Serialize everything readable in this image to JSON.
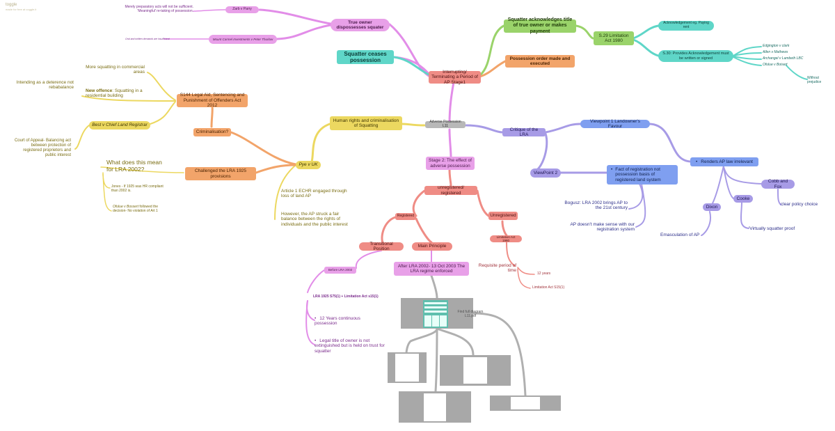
{
  "header": {
    "toggle": "toggle",
    "toggle_sub": "made for free at coggle.it"
  },
  "nodes": {
    "true_owner": "True owner dispossesses squater",
    "zarb": "Zarb v Parry",
    "merely": "Merely preparatory acts will not be sufficient. 'Meaningful' re-taking of possession.",
    "mount_carmel": "Mount Carmel Investments v Peter Thurlow",
    "oral_written": "Oral and written demands are insufficient",
    "squatter_ceases": "Squatter ceases possession",
    "interrupting": "Interrupting/ Terminating a Period of AP Stage1",
    "squatter_ack": "Squatter acknowledges title of true owner or makes payment",
    "possession_order": "Possession order made and executed",
    "s29": "S.29 Limitation Act 1980",
    "ack_eg": "Acknowledgement eg. Paying rent",
    "s30": "S.30: Provides Acknowledgement must be written or signed",
    "edgington": "Edgington v clark",
    "allen": "Allen v Mathews",
    "archangel": "Archangel v Lambeth LBC",
    "ofulue_top": "Ofulue v Boisert",
    "without_prejudice": "Without prejudice",
    "more_squatting": "More squatting in commercial areas",
    "intending": "Intending as a deterence not rebabalance",
    "new_offence_label": "New offence",
    "new_offence_text": ": Squatting in a residential building",
    "s144": "S144 Legal Aid, Sentencing and Punishment of Offenders Act 2012",
    "criminalisation": "Criminalisation?",
    "best": "Best v Chief Land Registrar",
    "court_appeal": "Court of Appeal- Balancing act between protection of registered proprietors and public interest",
    "human_rights": "Human rights and criminalisation of Squatting",
    "adverse_possession": "Adverse Possession L11",
    "critique": "Critique of the LRA",
    "viewpoint1": "Viewpoint 1 Landowner's Favour",
    "renders": "Renders AP law irrelevant",
    "what_does": "What does this mean for LRA 2002?",
    "challenged": "Challenged the LRA 1925 provisions",
    "pye": "Pye v UK",
    "jones": "Jones - If 1925 was HR compliant than 2002 is.",
    "ofulue_mid": "Ofulue v Bossert",
    "ofulue_mid_rest": " followed the decision- No violation of Art 1",
    "article1": "Article 1 ECHR engaged through loss of land AP",
    "however": "However, the AP struck a fair balance between the rights of individuals and the public interest",
    "stage2": "Stage 2: The effect of adverse possession",
    "viewpoint2": "ViewPoint 2",
    "fact_reg": "Fact of registration not possession basis of registered land system",
    "cobb": "Cobb and Fox",
    "clear_policy": "clear policy choice",
    "cooke": "Cooke",
    "virtually": "'Virtually squatter proof",
    "dixon": "Dixon",
    "emasculation": "Emasculation of AP",
    "bogusz": "Bogusz: LRA 2002 brings AP to the 21st century",
    "ap_doesnt": "AP doesn't make sense with our registration system",
    "unreg_reg": "unregistered/ registered",
    "registered": "Registered",
    "unregistered": "Unregistered",
    "transitional": "Transitional Position",
    "main_principle": "Main Principle",
    "limitation_1980": "Limitation Act 1980",
    "before_lra": "Before LRA 2002",
    "after_lra": "After LRA 2002- 13 Oct 2003 The LRA regime enforced",
    "requisite": "Requisite period of time",
    "twelve_years": "12 years",
    "limitation_s15": "Limitation Act S15(1)",
    "lra1925": "LRA 1925 S75(1) + Limitation Act s15(1)",
    "twelve_cont": "12 Years continuous possession",
    "legal_title": "Legal title of owner is not extinguished but is held on trust for squatter",
    "find_full": "Find full diagram L11.pdf"
  },
  "colors": {
    "pink": "#e28de8",
    "salmon": "#ef8c85",
    "orange": "#f2a46a",
    "teal": "#5fd6c8",
    "green": "#9ad36a",
    "yellow": "#ecd860",
    "blue": "#7f9ff0",
    "purple": "#a79be6",
    "grey": "#b0b0b0"
  }
}
